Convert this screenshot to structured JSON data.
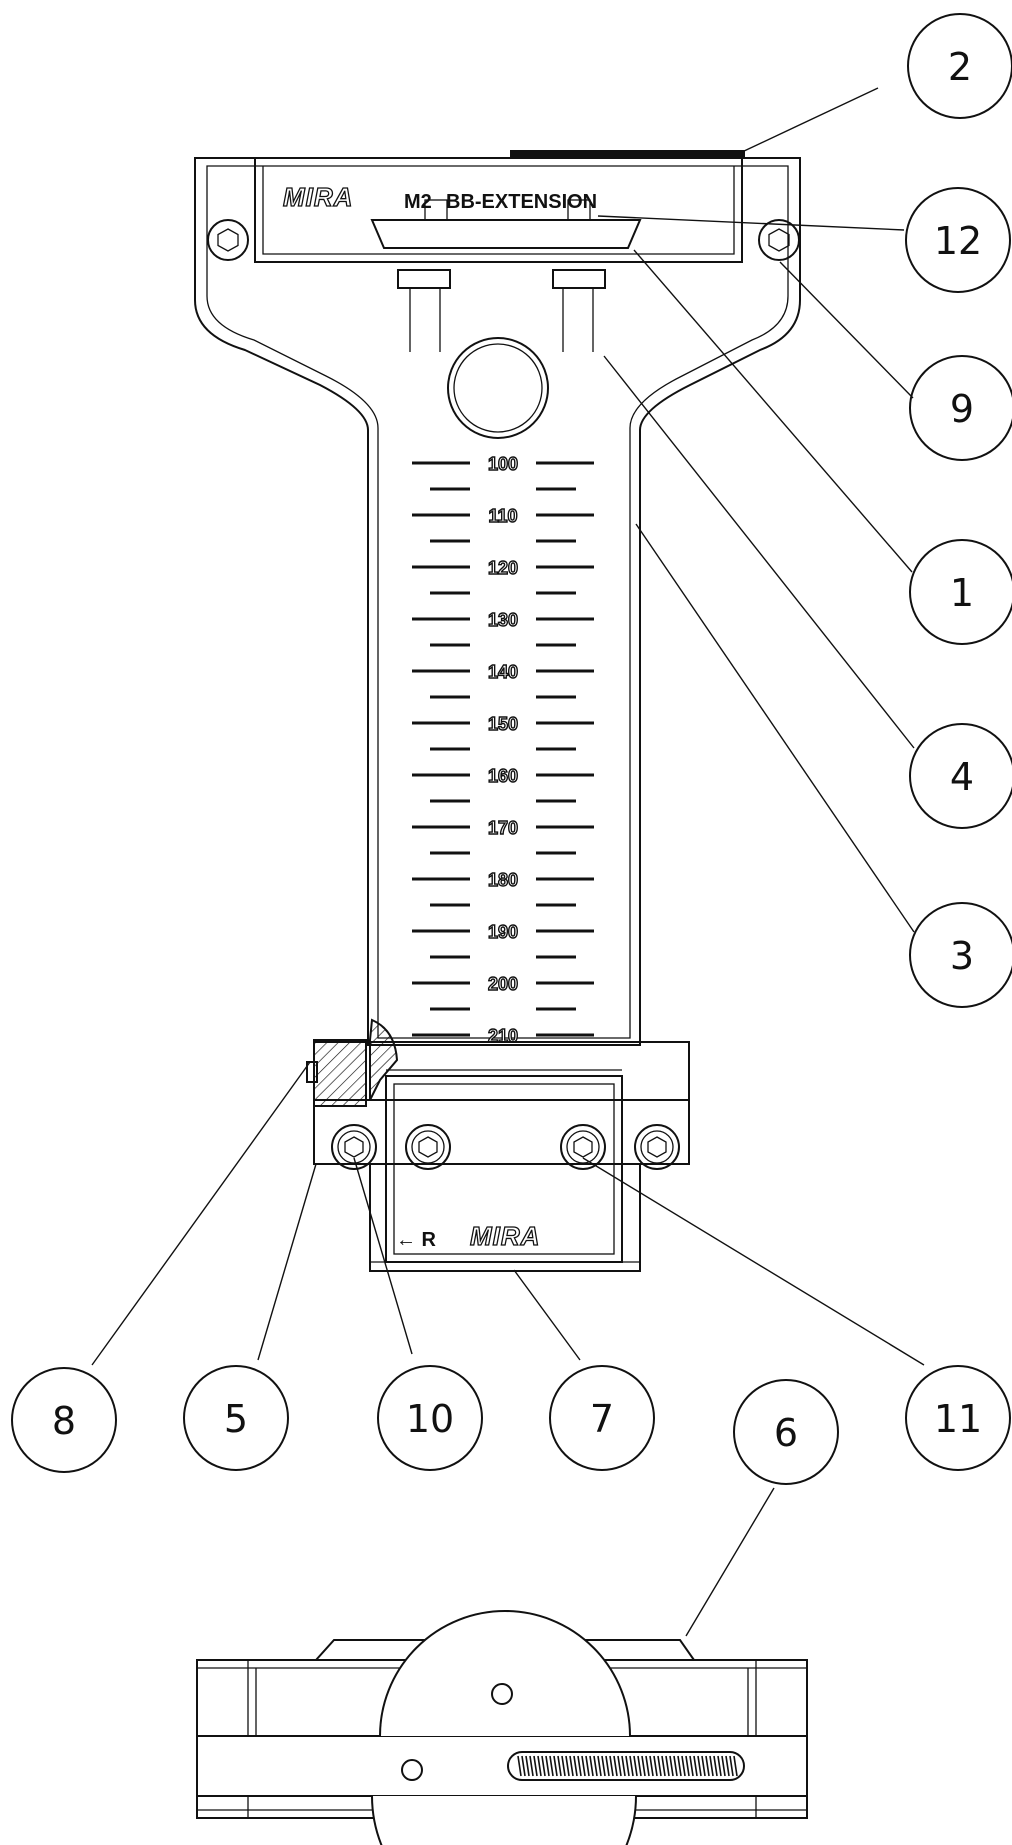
{
  "part_labels": {
    "top_logo": "MIRA",
    "top_label": "BB-EXTENSION",
    "top_label_prefix": "M2",
    "bottom_logo": "MIRA",
    "bottom_label": "← R"
  },
  "scale_marks": [
    "100",
    "110",
    "120",
    "130",
    "140",
    "150",
    "160",
    "170",
    "180",
    "190",
    "200",
    "210"
  ],
  "balloons": [
    {
      "id": "b2",
      "label": "2"
    },
    {
      "id": "b12",
      "label": "12"
    },
    {
      "id": "b9",
      "label": "9"
    },
    {
      "id": "b1",
      "label": "1"
    },
    {
      "id": "b4",
      "label": "4"
    },
    {
      "id": "b3",
      "label": "3"
    },
    {
      "id": "b8",
      "label": "8"
    },
    {
      "id": "b5",
      "label": "5"
    },
    {
      "id": "b10",
      "label": "10"
    },
    {
      "id": "b7",
      "label": "7"
    },
    {
      "id": "b11",
      "label": "11"
    },
    {
      "id": "b6",
      "label": "6"
    }
  ],
  "colors": {
    "line": "#111111",
    "background": "#ffffff"
  }
}
